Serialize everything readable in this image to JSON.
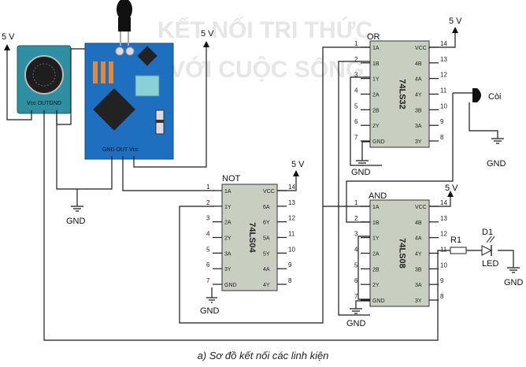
{
  "caption": "a) Sơ đồ kết nối các linh kiện",
  "watermark": {
    "line1": "KẾT NỐI TRI THỨC",
    "line2": "VỚI CUỘC SỐNG"
  },
  "labels": {
    "v5": "5 V",
    "gnd": "GND",
    "or": "OR",
    "not": "NOT",
    "and": "AND",
    "coi": "Còi",
    "r1": "R1",
    "d1": "D1",
    "led": "LED"
  },
  "sensor": {
    "pins": "Vcc OUTGND"
  },
  "flame_module": {
    "pins": "GND OUT Vcc"
  },
  "chips": {
    "or": {
      "name": "74LS32",
      "left_pins": [
        [
          "1",
          "1A"
        ],
        [
          "2",
          "1B"
        ],
        [
          "3",
          "1Y"
        ],
        [
          "4",
          "2A"
        ],
        [
          "5",
          "2B"
        ],
        [
          "6",
          "2Y"
        ],
        [
          "7",
          "GND"
        ]
      ],
      "right_pins": [
        [
          "14",
          "VCC"
        ],
        [
          "13",
          "4B"
        ],
        [
          "12",
          "4A"
        ],
        [
          "11",
          "4Y"
        ],
        [
          "10",
          "3B"
        ],
        [
          "9",
          "3A"
        ],
        [
          "8",
          "3Y"
        ]
      ]
    },
    "not": {
      "name": "74LS04",
      "left_pins": [
        [
          "1",
          "1A"
        ],
        [
          "2",
          "1Y"
        ],
        [
          "3",
          "2A"
        ],
        [
          "4",
          "2Y"
        ],
        [
          "5",
          "3A"
        ],
        [
          "6",
          "3Y"
        ],
        [
          "7",
          "GND"
        ]
      ],
      "right_pins": [
        [
          "14",
          "VCC"
        ],
        [
          "13",
          "6A"
        ],
        [
          "12",
          "6Y"
        ],
        [
          "11",
          "5A"
        ],
        [
          "10",
          "5Y"
        ],
        [
          "9",
          "4A"
        ],
        [
          "8",
          "4Y"
        ]
      ]
    },
    "and": {
      "name": "74LS08",
      "left_pins": [
        [
          "1",
          "1A"
        ],
        [
          "2",
          "1B"
        ],
        [
          "3",
          "1Y"
        ],
        [
          "4",
          "2A"
        ],
        [
          "5",
          "2B"
        ],
        [
          "6",
          "2Y"
        ],
        [
          "7",
          "GND"
        ]
      ],
      "right_pins": [
        [
          "14",
          "VCC"
        ],
        [
          "13",
          "4B"
        ],
        [
          "12",
          "4A"
        ],
        [
          "11",
          "4Y"
        ],
        [
          "10",
          "3B"
        ],
        [
          "9",
          "3A"
        ],
        [
          "8",
          "3Y"
        ]
      ]
    }
  }
}
